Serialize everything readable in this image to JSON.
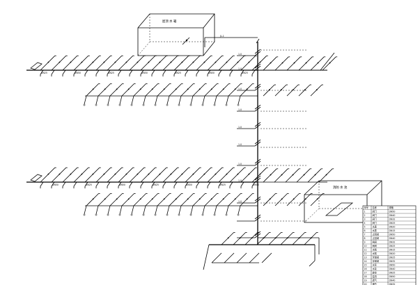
{
  "drawing": {
    "tank_upper_label": "屋顶 水 箱",
    "tank_lower_label": "消防 水 池",
    "riser_label": "JL-1",
    "floor_labels": [
      "1.0",
      "1.0",
      "1.0",
      "1.0",
      "1.0",
      "1.0",
      "1.0",
      "1.0",
      "1.0"
    ],
    "branch_labels": [
      "DN25",
      "DN32",
      "DN40",
      "DN50",
      "DN20",
      "DN15"
    ],
    "legend_columns": [
      "序号",
      "名称",
      "规格"
    ],
    "legend_rows": [
      [
        "1",
        "阀门",
        "DN50"
      ],
      [
        "2",
        "阀门",
        "DN40"
      ],
      [
        "3",
        "阀门",
        "DN32"
      ],
      [
        "4",
        "阀门",
        "DN25"
      ],
      [
        "5",
        "水表",
        "DN20"
      ],
      [
        "6",
        "水表",
        "DN15"
      ],
      [
        "7",
        "止回阀",
        "DN50"
      ],
      [
        "8",
        "止回阀",
        "DN40"
      ],
      [
        "9",
        "闸阀",
        "DN32"
      ],
      [
        "10",
        "闸阀",
        "DN25"
      ],
      [
        "11",
        "水嘴",
        "DN15"
      ],
      [
        "12",
        "水嘴",
        "DN20"
      ],
      [
        "13",
        "浮球阀",
        "DN25"
      ],
      [
        "14",
        "浮球阀",
        "DN32"
      ],
      [
        "15",
        "水泵",
        "DN50"
      ],
      [
        "16",
        "水泵",
        "DN40"
      ],
      [
        "17",
        "放空",
        "DN25"
      ],
      [
        "18",
        "溢流",
        "DN50"
      ],
      [
        "19",
        "透气",
        "DN40"
      ],
      [
        "20",
        "通气",
        "DN32"
      ]
    ]
  }
}
